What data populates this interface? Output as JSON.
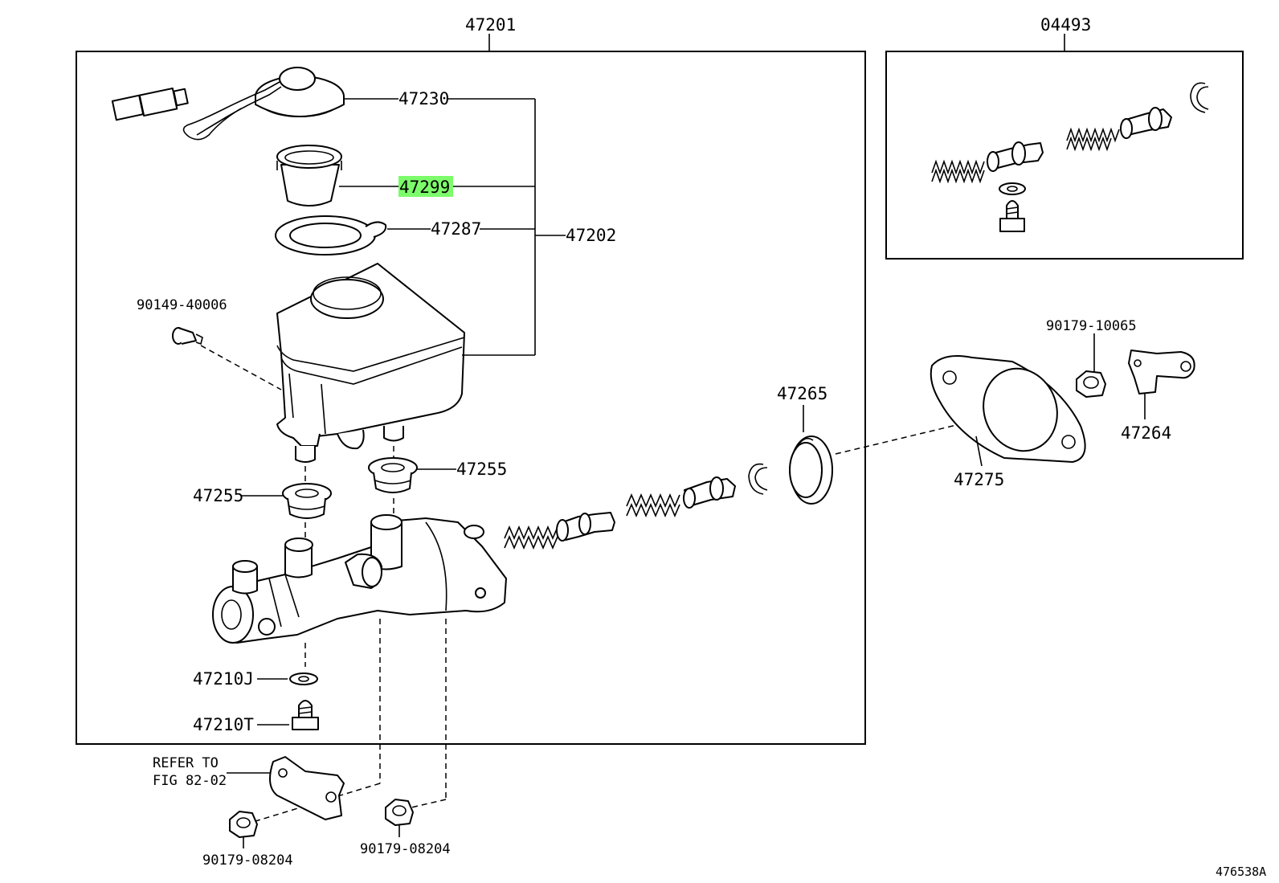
{
  "labels": {
    "assembly_47201": "47201",
    "kit_04493": "04493",
    "p47230": "47230",
    "p47299": "47299",
    "p47287": "47287",
    "p47202": "47202",
    "p90149_40006": "90149-40006",
    "p47255_right": "47255",
    "p47255_left": "47255",
    "p47265": "47265",
    "p90179_10065": "90179-10065",
    "p47264": "47264",
    "p47275": "47275",
    "p47210J": "47210J",
    "p47210T": "47210T",
    "refer_line1": "REFER TO",
    "refer_line2": "FIG 82-02",
    "p90179_08204_left": "90179-08204",
    "p90179_08204_right": "90179-08204",
    "figure_id": "476538A"
  },
  "highlight": {
    "part": "47299",
    "color": "#7CFC6A"
  }
}
